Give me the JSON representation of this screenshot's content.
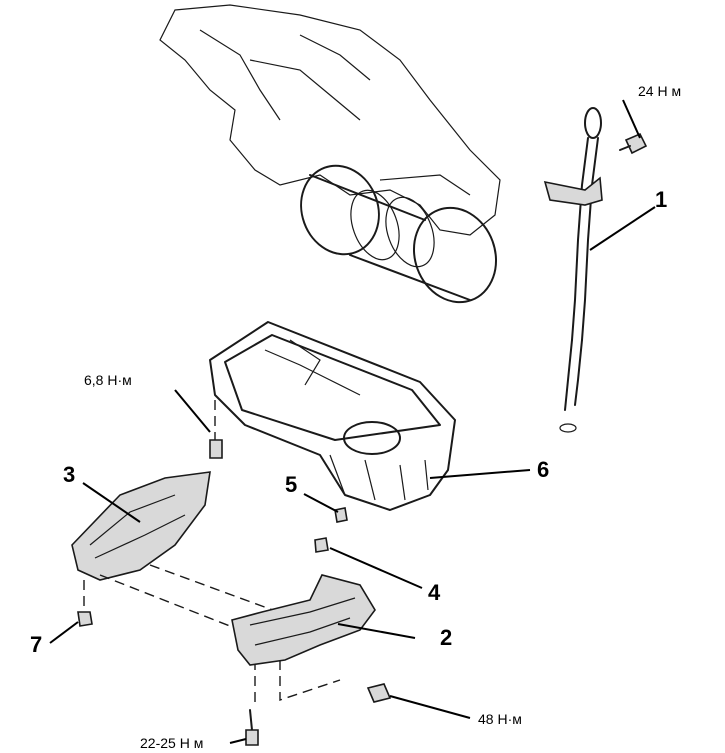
{
  "callouts": {
    "c1": "1",
    "c2": "2",
    "c3": "3",
    "c4": "4",
    "c5": "5",
    "c6": "6",
    "c7": "7"
  },
  "torques": {
    "dipstick_bolt": "24 Н м",
    "oil_pan_bolt": "6,8 Н·м",
    "lower_bolt": "22-25 Н м",
    "flange_bolt": "48 Н·м"
  }
}
